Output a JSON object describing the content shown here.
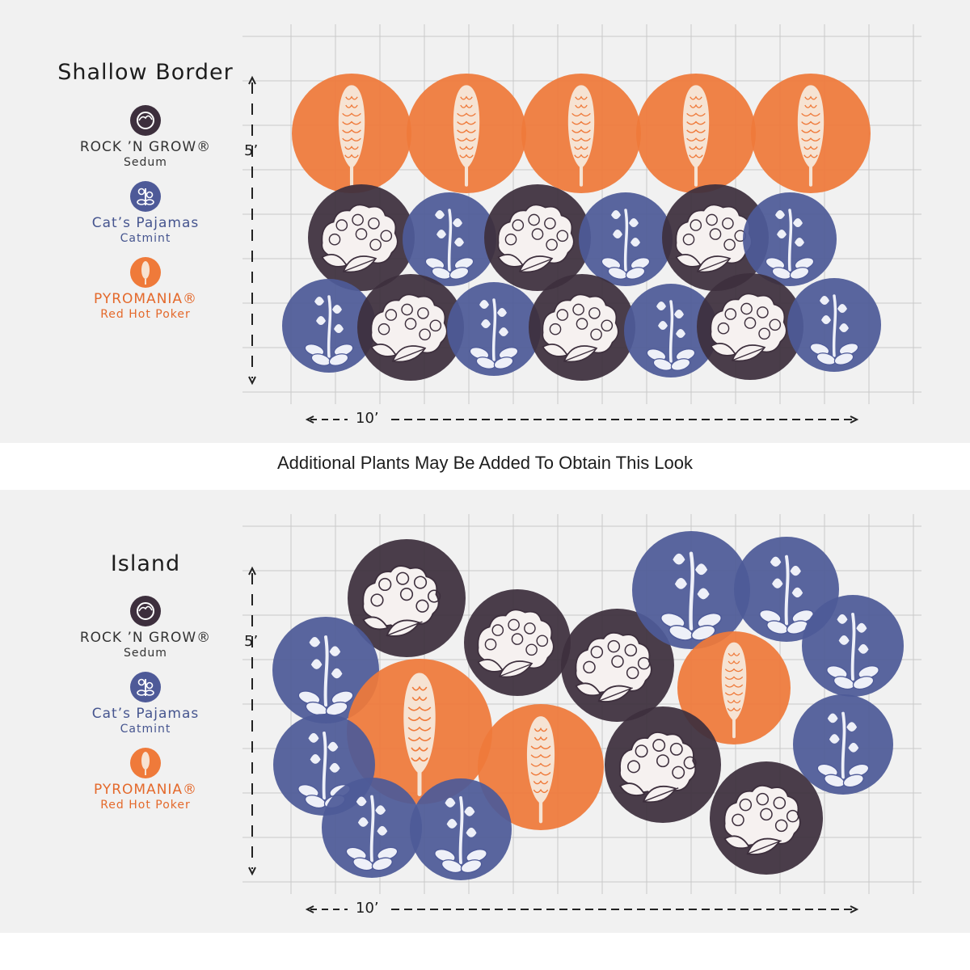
{
  "note": "Additional Plants May Be Added To Obtain This Look",
  "colors": {
    "sedum": "#3d2f3d",
    "catmint": "#4e5a98",
    "poker": "#ef7a3a",
    "grid": "#c9c9c9",
    "background": "#f1f1f1"
  },
  "legend": [
    {
      "name": "ROCK ’N GROW®",
      "sub": "Sedum",
      "icon": "sedum-icon",
      "color": "#3d2f3d",
      "text_color": "#333333"
    },
    {
      "name": "Cat’s Pajamas",
      "sub": "Catmint",
      "icon": "catmint-icon",
      "color": "#4e5a98",
      "text_color": "#46558f"
    },
    {
      "name": "PYROMANIA®",
      "sub": "Red Hot Poker",
      "icon": "red-hot-poker-icon",
      "color": "#ef7a3a",
      "text_color": "#e4692b"
    }
  ],
  "layouts": [
    {
      "title": "Shallow Border",
      "height_label": "5’",
      "width_label": "10’",
      "plants": [
        {
          "type": "poker"
        },
        {
          "type": "poker"
        },
        {
          "type": "poker"
        },
        {
          "type": "poker"
        },
        {
          "type": "poker"
        },
        {
          "type": "sedum"
        },
        {
          "type": "catmint"
        },
        {
          "type": "sedum"
        },
        {
          "type": "catmint"
        },
        {
          "type": "sedum"
        },
        {
          "type": "catmint"
        },
        {
          "type": "catmint"
        },
        {
          "type": "sedum"
        },
        {
          "type": "catmint"
        },
        {
          "type": "sedum"
        },
        {
          "type": "catmint"
        },
        {
          "type": "sedum"
        },
        {
          "type": "catmint"
        }
      ]
    },
    {
      "title": "Island",
      "height_label": "5’",
      "width_label": "10’",
      "plants": [
        {
          "type": "sedum"
        },
        {
          "type": "sedum"
        },
        {
          "type": "sedum"
        },
        {
          "type": "catmint"
        },
        {
          "type": "catmint"
        },
        {
          "type": "catmint"
        },
        {
          "type": "catmint"
        },
        {
          "type": "poker"
        },
        {
          "type": "poker"
        },
        {
          "type": "poker"
        },
        {
          "type": "catmint"
        },
        {
          "type": "catmint"
        },
        {
          "type": "catmint"
        },
        {
          "type": "catmint"
        },
        {
          "type": "sedum"
        },
        {
          "type": "sedum"
        }
      ]
    }
  ]
}
